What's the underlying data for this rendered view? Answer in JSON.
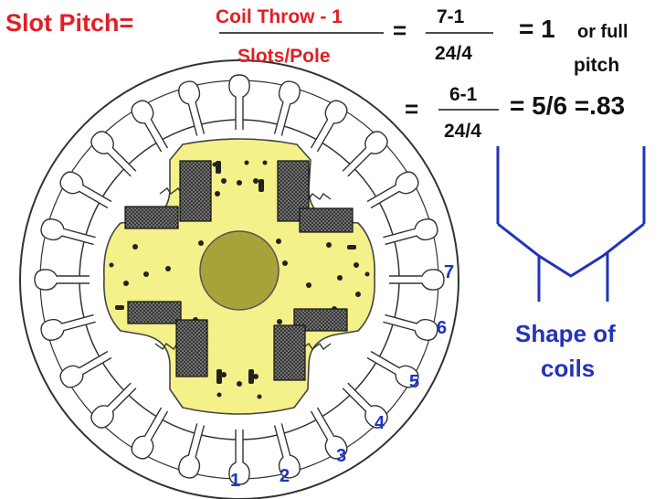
{
  "formula": {
    "label": "Slot Pitch=",
    "numerator": "Coil Throw - 1",
    "denominator": "Slots/Pole",
    "row1": {
      "equals": "=",
      "numerator": "7-1",
      "denominator": "24/4",
      "result_value": "= 1",
      "result_text_a": "or full",
      "result_text_b": "pitch"
    },
    "row2": {
      "equals": "=",
      "numerator": "6-1",
      "denominator": "24/4",
      "result": "= 5/6 =.83"
    }
  },
  "slot_numbers": [
    "1",
    "2",
    "3",
    "4",
    "5",
    "6",
    "7"
  ],
  "coil_shape": {
    "label_line1": "Shape of",
    "label_line2": "coils"
  },
  "colors": {
    "formula_red": "#e31e24",
    "diagram_blue": "#2233bb",
    "rotor_yellow": "#f4f08a",
    "shaft_olive": "#a9a23a",
    "coil_dark": "#262626"
  }
}
